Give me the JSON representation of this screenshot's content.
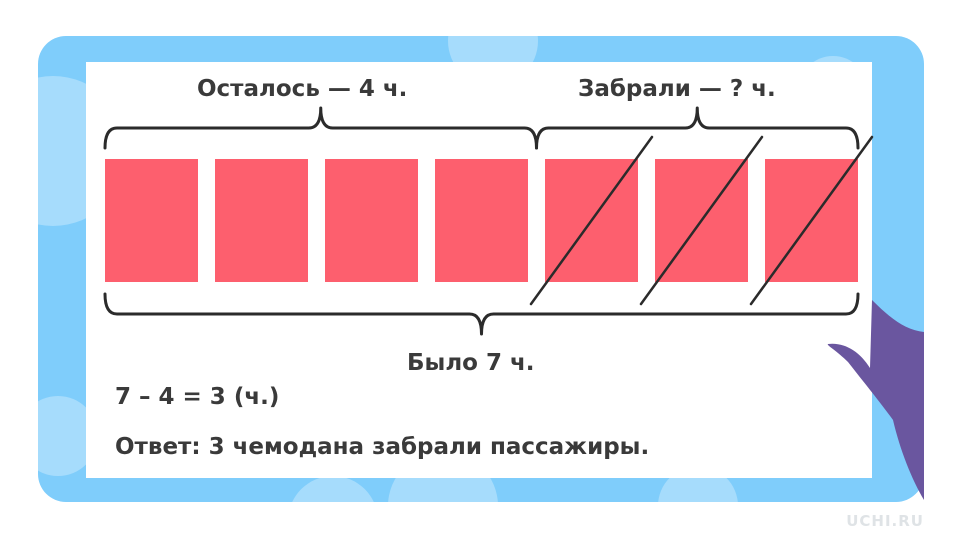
{
  "labels": {
    "remaining": "Осталось — 4 ч.",
    "taken": "Забрали — ? ч.",
    "total": "Было 7 ч."
  },
  "solution": {
    "equation": "7 – 4 = 3 (ч.)",
    "answer": "Ответ: 3 чемодана забрали пассажиры."
  },
  "diagram": {
    "total_items": 7,
    "remaining_items": 4,
    "crossed_items": 3,
    "item_color": "#fd5f6e",
    "stroke_color": "#2b2b2b"
  },
  "colors": {
    "frame": "#7fcdfb",
    "bubble": "#a6dcfc",
    "mascot": "#6a569f",
    "text": "#3a3a3a"
  },
  "watermark": "UCHI.RU"
}
